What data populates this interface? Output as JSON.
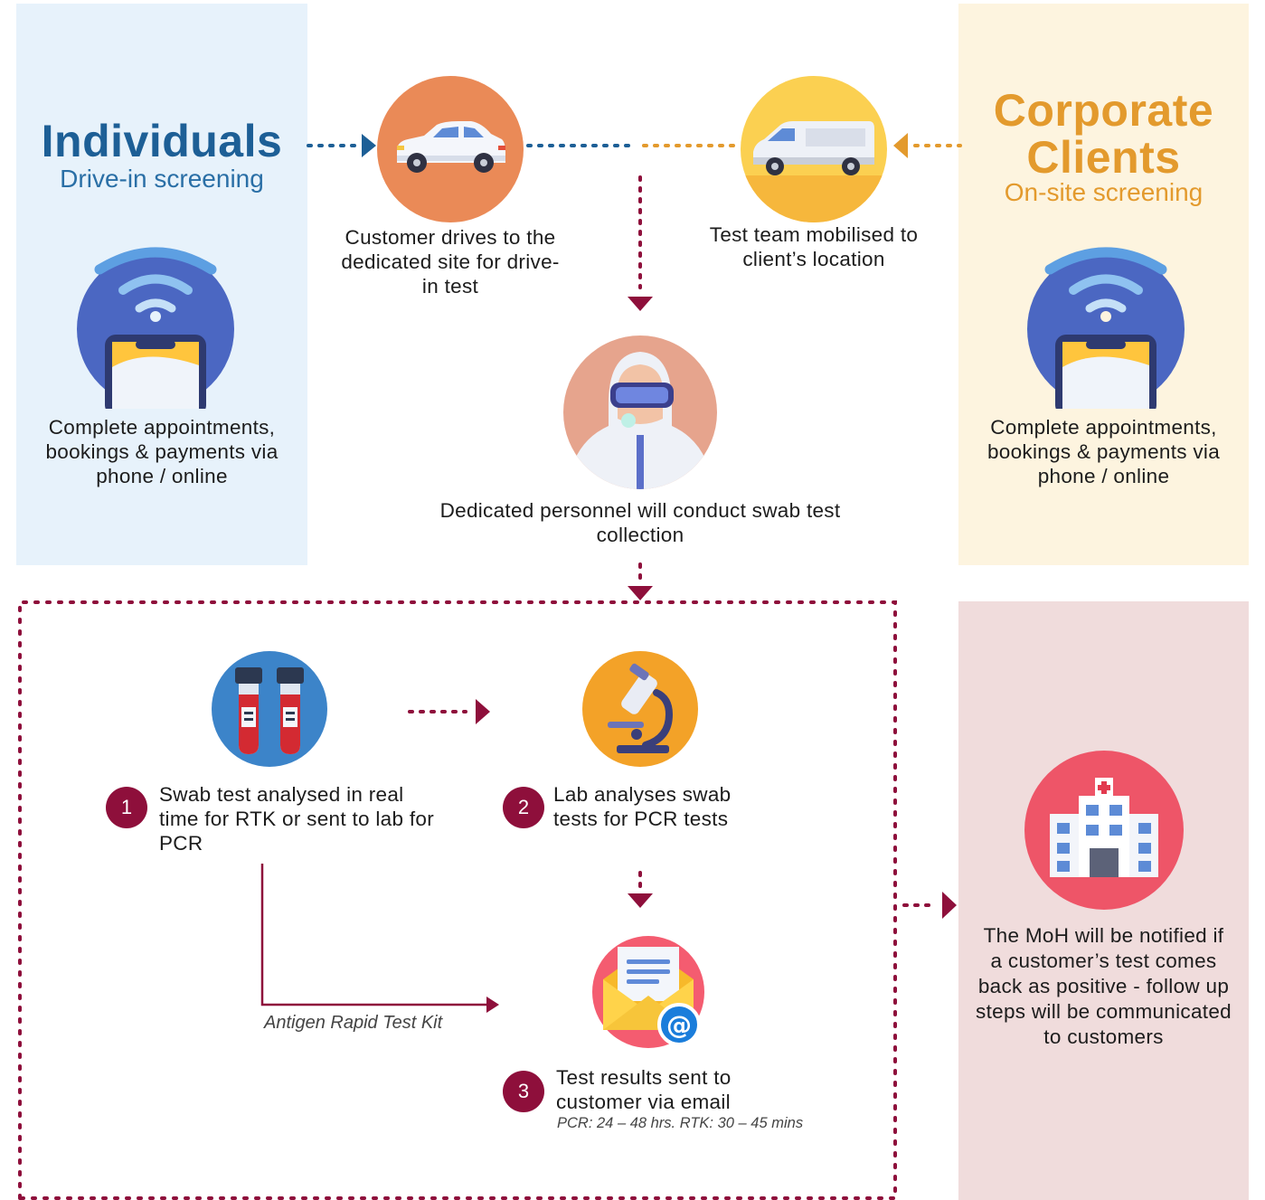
{
  "individuals": {
    "title": "Individuals",
    "subtitle": "Drive-in screening",
    "booking_text": "Complete appointments, bookings & payments via phone / online"
  },
  "corporate": {
    "title_line1": "Corporate",
    "title_line2": "Clients",
    "subtitle": "On-site screening",
    "booking_text": "Complete appointments, bookings & payments via phone / online"
  },
  "steps": {
    "drive": "Customer drives to the dedicated site for drive-in test",
    "mobilise": "Test team mobilised to client’s location",
    "swab": "Dedicated personnel will conduct swab test collection"
  },
  "lab": {
    "step1_number": "1",
    "step1_text": "Swab test analysed in real time for RTK or sent to lab for PCR",
    "step2_number": "2",
    "step2_text": "Lab analyses swab tests for PCR tests",
    "step3_number": "3",
    "step3_text": "Test results sent to customer via email",
    "timing_note": "PCR: 24 – 48 hrs. RTK: 30 – 45 mins",
    "antigen_label": "Antigen Rapid Test Kit"
  },
  "moh": {
    "text": "The MoH will be notified if a customer’s test comes back as positive - follow up steps will be communicated to customers"
  },
  "colors": {
    "individuals_blue": "#1d5f96",
    "corporate_orange": "#e39a2d",
    "maroon": "#8e0f3b",
    "individuals_panel": "#e7f2fb",
    "corporate_panel": "#fdf4df",
    "moh_panel": "#f0dcdc"
  }
}
